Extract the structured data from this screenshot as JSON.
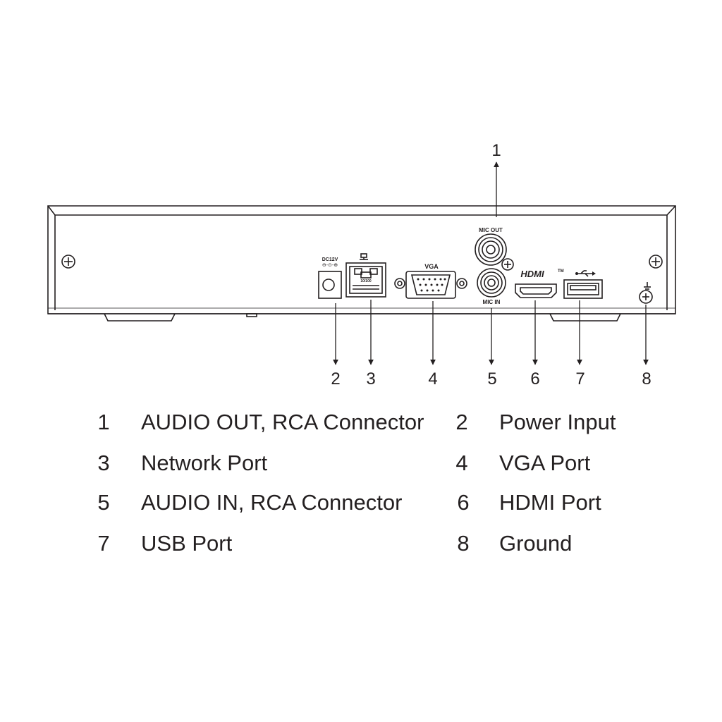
{
  "device_labels": {
    "mic_out": "MIC OUT",
    "mic_in": "MIC IN",
    "dc": "DC12V",
    "vga": "VGA",
    "hdmi": "HDMI",
    "tm": "TM",
    "lan": "10/100"
  },
  "callouts": [
    "1",
    "2",
    "3",
    "4",
    "5",
    "6",
    "7",
    "8"
  ],
  "legend": [
    {
      "num": "1",
      "text": "AUDIO OUT, RCA Connector"
    },
    {
      "num": "2",
      "text": "Power Input"
    },
    {
      "num": "3",
      "text": "Network Port"
    },
    {
      "num": "4",
      "text": "VGA Port"
    },
    {
      "num": "5",
      "text": "AUDIO IN, RCA Connector"
    },
    {
      "num": "6",
      "text": "HDMI Port"
    },
    {
      "num": "7",
      "text": "USB Port"
    },
    {
      "num": "8",
      "text": "Ground"
    }
  ],
  "colors": {
    "line": "#231f20",
    "background": "#ffffff"
  }
}
